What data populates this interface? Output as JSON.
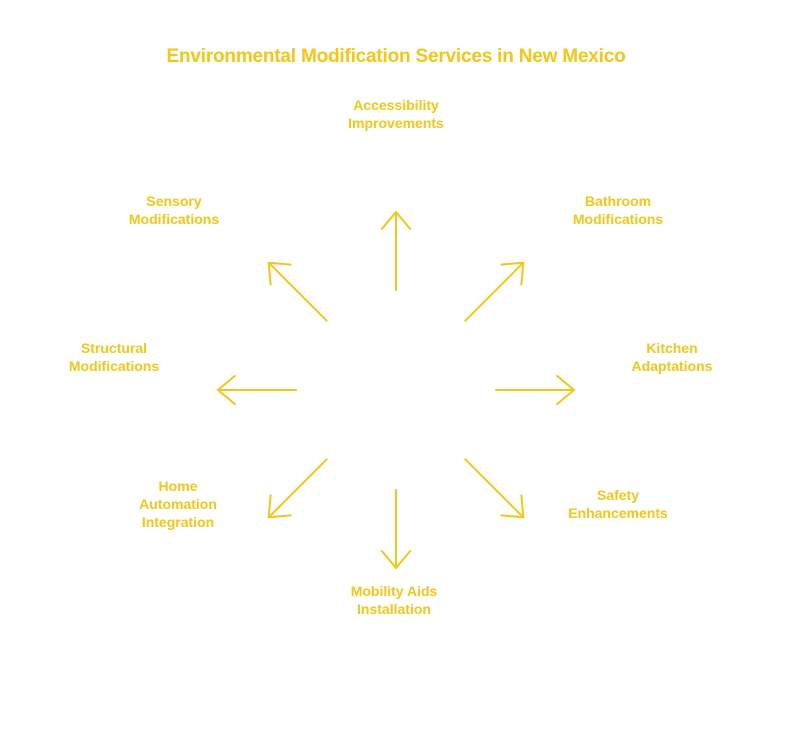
{
  "title": "Environmental Modification Services in New Mexico",
  "colors": {
    "accent": "#F5C518",
    "background": "#FFFFFF"
  },
  "nodes": [
    {
      "id": "accessibility",
      "direction": "north",
      "lines": [
        "Accessibility",
        "Improvements"
      ]
    },
    {
      "id": "bathroom",
      "direction": "north-east",
      "lines": [
        "Bathroom",
        "Modifications"
      ]
    },
    {
      "id": "kitchen",
      "direction": "east",
      "lines": [
        "Kitchen",
        "Adaptations"
      ]
    },
    {
      "id": "safety",
      "direction": "south-east",
      "lines": [
        "Safety",
        "Enhancements"
      ]
    },
    {
      "id": "mobility",
      "direction": "south",
      "lines": [
        "Mobility Aids",
        "Installation"
      ]
    },
    {
      "id": "home-automation",
      "direction": "south-west",
      "lines": [
        "Home",
        "Automation",
        "Integration"
      ]
    },
    {
      "id": "structural",
      "direction": "west",
      "lines": [
        "Structural",
        "Modifications"
      ]
    },
    {
      "id": "sensory",
      "direction": "north-west",
      "lines": [
        "Sensory",
        "Modifications"
      ]
    }
  ]
}
